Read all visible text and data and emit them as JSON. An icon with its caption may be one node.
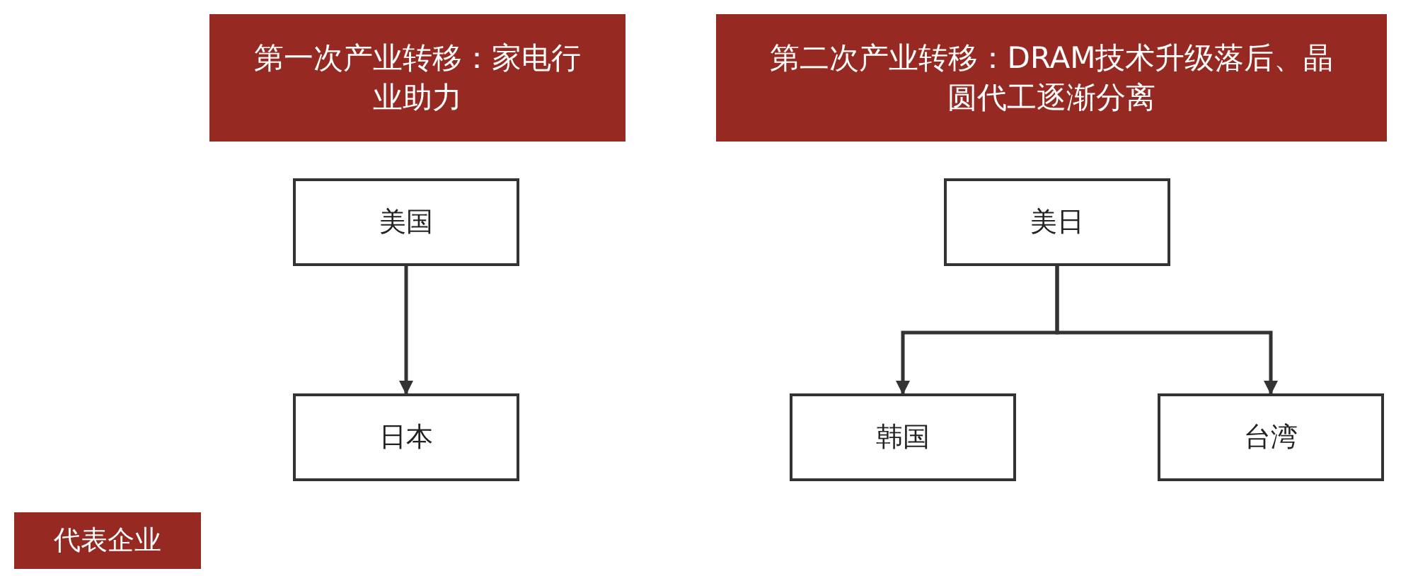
{
  "diagram": {
    "nodes": [
      {
        "text": [
          "第一次产业转移：家电行业助力"
        ]
      },
      {
        "text": [
          "第二次产业转移：DRAM技术升级落后、晶圆代工逐渐分离"
        ]
      },
      {
        "text": [
          "美国"
        ]
      },
      {
        "text": [
          "日本"
        ]
      },
      {
        "text": [
          "美日"
        ]
      },
      {
        "text": [
          "韩国"
        ]
      },
      {
        "text": [
          "台湾"
        ]
      },
      {
        "text": [
          "代表企业"
        ]
      }
    ],
    "edges": [
      {
        "from": 2,
        "to": 3,
        "arrow": "to"
      },
      {
        "from": 4,
        "to": 5,
        "arrow": "to"
      },
      {
        "from": 4,
        "to": 6,
        "arrow": "to"
      }
    ]
  }
}
